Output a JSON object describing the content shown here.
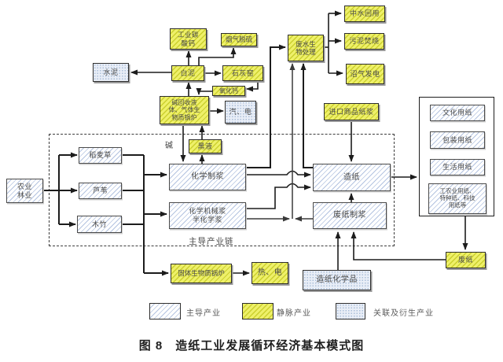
{
  "figure": {
    "caption": "图 8　造纸工业发展循环经济基本模式图"
  },
  "labels": {
    "alkali": "碱",
    "main_chain": "主导产业链"
  },
  "legend": {
    "leading": "主导产业",
    "venous": "静脉产业",
    "related": "关联及衍生产业"
  },
  "nodes": {
    "cement": {
      "label": "水泥"
    },
    "industrial_caco3": {
      "label": "工业碳\n酸钙"
    },
    "flue_gas_desulfurization": {
      "label": "烟气脱硫"
    },
    "white_mud": {
      "label": "白泥"
    },
    "lime_kiln": {
      "label": "石灰窑"
    },
    "calcium_oxide": {
      "label": "氧化钙"
    },
    "alkali_recovery_boiler": {
      "label": "碱回收液\n体、气体生\n物质锅炉"
    },
    "steam_electricity": {
      "label": "汽、电"
    },
    "wastewater_treatment": {
      "label": "废水生\n物处理"
    },
    "water_reuse": {
      "label": "中水回用"
    },
    "sludge_incineration": {
      "label": "污泥焚烧"
    },
    "biogas_power": {
      "label": "沼气发电"
    },
    "imported_pulp": {
      "label": "进口商品纸浆"
    },
    "black_liquor": {
      "label": "黑液"
    },
    "agriculture_forestry": {
      "label": "农业\n林业"
    },
    "straw": {
      "label": "稻麦草"
    },
    "reed": {
      "label": "芦苇"
    },
    "wood_bamboo": {
      "label": "木竹"
    },
    "chemical_pulping": {
      "label": "化学制浆"
    },
    "chemimechanical_pulp": {
      "label": "化学机械浆\n半化学浆"
    },
    "papermaking": {
      "label": "造纸"
    },
    "waste_paper_pulping": {
      "label": "废纸制浆"
    },
    "cultural_paper": {
      "label": "文化用纸"
    },
    "packaging_paper": {
      "label": "包装用纸"
    },
    "household_paper": {
      "label": "生活用纸"
    },
    "other_paper": {
      "label": "工农业用纸、\n特种纸、科技\n用纸等"
    },
    "waste_paper": {
      "label": "废纸"
    },
    "paper_chemicals": {
      "label": "造纸化学品"
    },
    "solid_biomass_boiler": {
      "label": "固体生物质锅炉"
    },
    "heat_electricity": {
      "label": "热、电"
    }
  },
  "colors": {
    "venous_fill": "#eef06a",
    "venous_hatch": "#ccd02e",
    "leading_hatch": "#b3c3e0",
    "related_fill": "#e9eef7",
    "related_dot": "#aabfd8",
    "line": "#1c1c1c"
  }
}
